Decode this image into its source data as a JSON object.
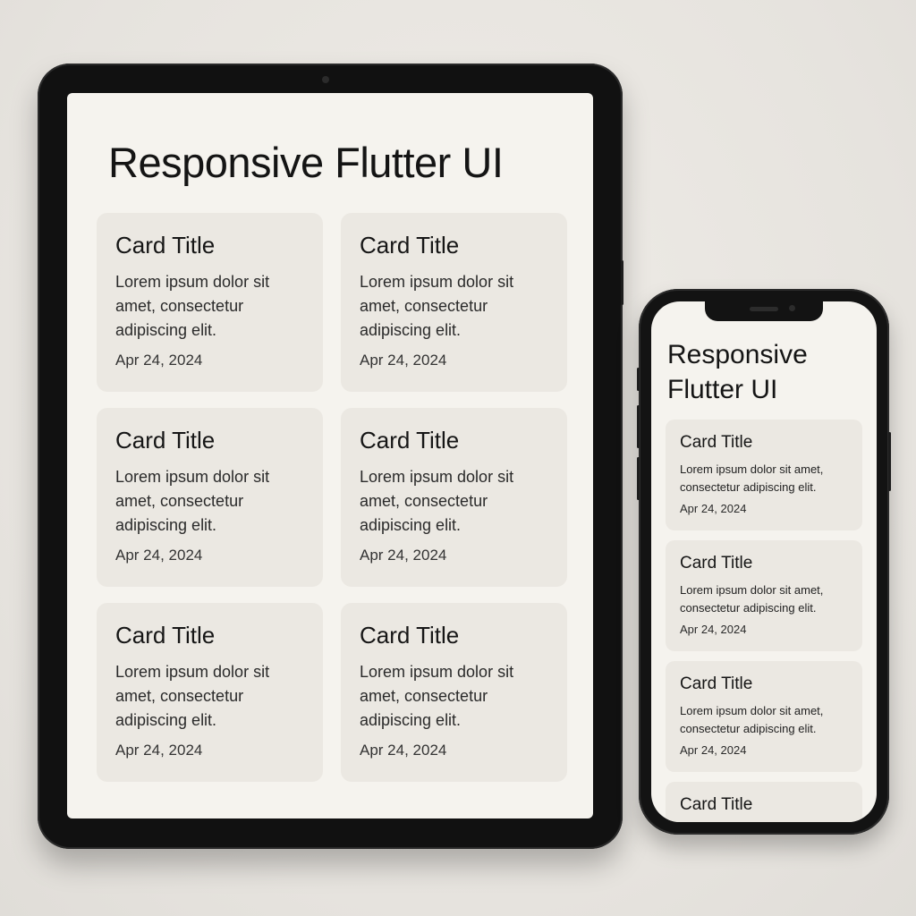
{
  "tablet": {
    "title": "Responsive Flutter UI",
    "cards": [
      {
        "title": "Card Title",
        "body": "Lorem ipsum dolor sit amet, consectetur adipiscing elit.",
        "date": "Apr 24, 2024"
      },
      {
        "title": "Card Title",
        "body": "Lorem ipsum dolor sit amet, consectetur adipiscing elit.",
        "date": "Apr 24, 2024"
      },
      {
        "title": "Card Title",
        "body": "Lorem ipsum dolor sit amet, consectetur adipiscing elit.",
        "date": "Apr 24, 2024"
      },
      {
        "title": "Card Title",
        "body": "Lorem ipsum dolor sit amet, consectetur adipiscing elit.",
        "date": "Apr 24, 2024"
      },
      {
        "title": "Card Title",
        "body": "Lorem ipsum dolor sit amet, consectetur adipiscing elit.",
        "date": "Apr 24, 2024"
      },
      {
        "title": "Card Title",
        "body": "Lorem ipsum dolor sit amet, consectetur adipiscing elit.",
        "date": "Apr 24, 2024"
      }
    ]
  },
  "phone": {
    "title": "Responsive Flutter UI",
    "cards": [
      {
        "title": "Card Title",
        "body": "Lorem ipsum dolor sit amet, consectetur adipiscing elit.",
        "date": "Apr 24, 2024"
      },
      {
        "title": "Card Title",
        "body": "Lorem ipsum dolor sit amet, consectetur adipiscing elit.",
        "date": "Apr 24, 2024"
      },
      {
        "title": "Card Title",
        "body": "Lorem ipsum dolor sit amet, consectetur adipiscing elit.",
        "date": "Apr 24, 2024"
      },
      {
        "title": "Card Title"
      }
    ]
  },
  "colors": {
    "background": "#e9e6e1",
    "device_frame": "#111111",
    "screen": "#f5f3ee",
    "card": "#ebe8e2",
    "text": "#141414"
  }
}
